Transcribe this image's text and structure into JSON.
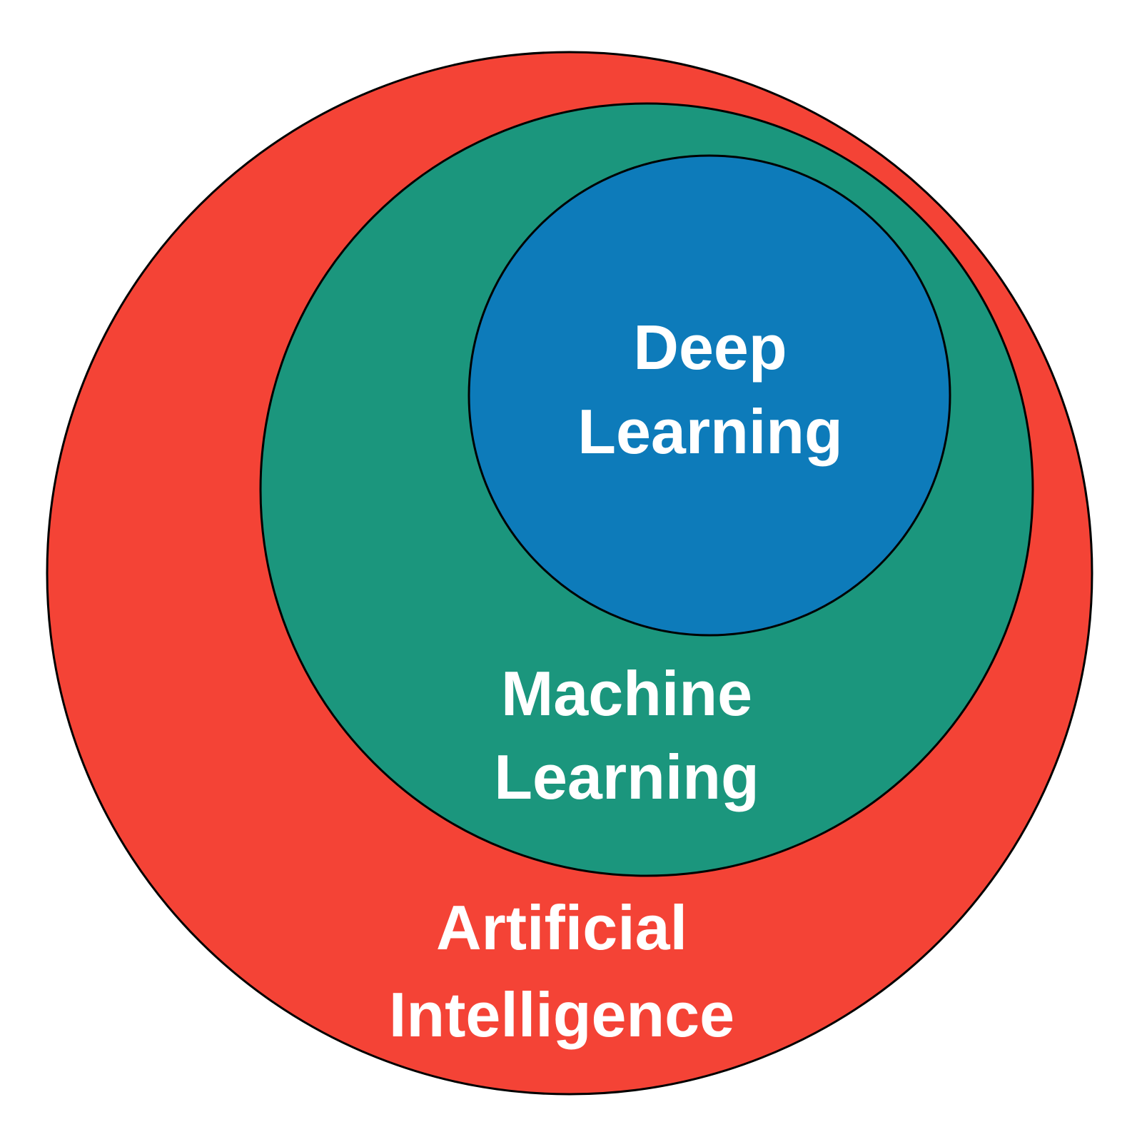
{
  "diagram": {
    "artificial_intelligence": {
      "line1": "Artificial",
      "line2": "Intelligence",
      "color": "#F44336"
    },
    "machine_learning": {
      "line1": "Machine",
      "line2": "Learning",
      "color": "#1B967D"
    },
    "deep_learning": {
      "line1": "Deep",
      "line2": "Learning",
      "color": "#0D7BBA"
    }
  }
}
